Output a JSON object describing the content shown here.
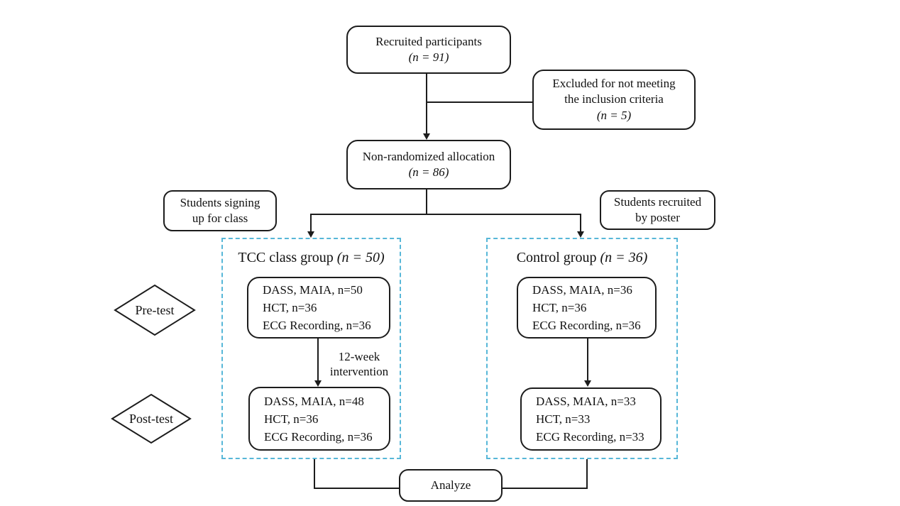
{
  "colors": {
    "line": "#1c1c1c",
    "dashed_border": "#57b7d8",
    "background": "#ffffff"
  },
  "nodes": {
    "recruited": {
      "line1": "Recruited participants",
      "line2": "(n = 91)"
    },
    "excluded": {
      "line1": "Excluded for not meeting",
      "line2": "the inclusion criteria",
      "line3": "(n = 5)"
    },
    "allocation": {
      "line1": "Non-randomized allocation",
      "line2": "(n = 86)"
    },
    "students_class": {
      "line1": "Students signing",
      "line2": "up for class"
    },
    "students_poster": {
      "line1": "Students recruited",
      "line2": "by poster"
    },
    "pretest": {
      "label": "Pre-test"
    },
    "posttest": {
      "label": "Post-test"
    },
    "analyze": {
      "label": "Analyze"
    }
  },
  "groups": {
    "tcc": {
      "title": "TCC class group",
      "title_n": "(n = 50)",
      "pre": [
        "DASS, MAIA, n=50",
        "HCT, n=36",
        "ECG Recording, n=36"
      ],
      "arrow_label_line1": "12-week",
      "arrow_label_line2": "intervention",
      "post": [
        "DASS, MAIA, n=48",
        "HCT, n=36",
        "ECG Recording, n=36"
      ]
    },
    "control": {
      "title": "Control group",
      "title_n": "(n = 36)",
      "pre": [
        "DASS, MAIA, n=36",
        "HCT, n=36",
        "ECG Recording, n=36"
      ],
      "post": [
        "DASS, MAIA, n=33",
        "HCT, n=33",
        "ECG Recording, n=33"
      ]
    }
  }
}
